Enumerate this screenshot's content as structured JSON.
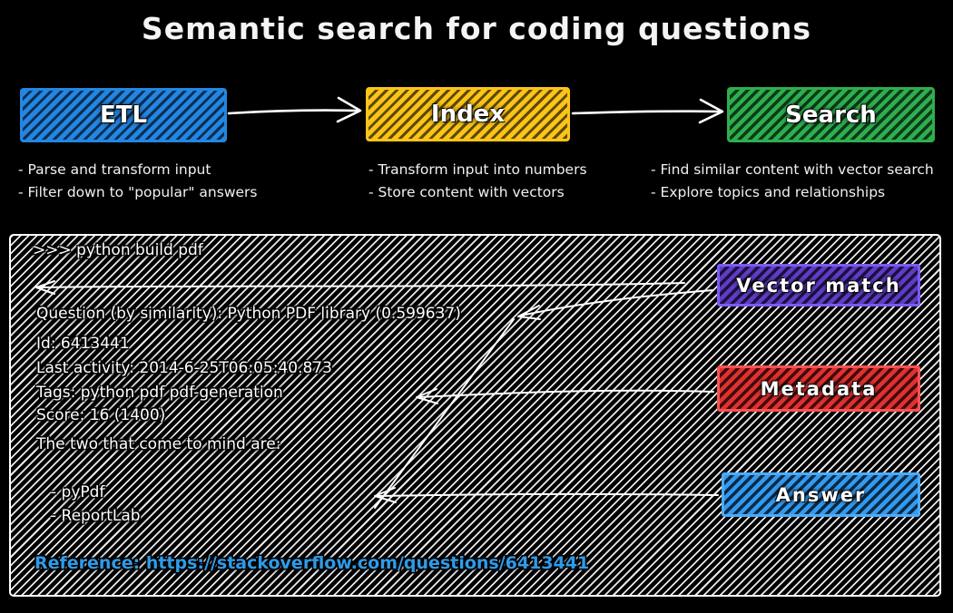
{
  "title": "Semantic search for coding questions",
  "pipeline": {
    "stages": [
      {
        "label": "ETL",
        "color": "#2386e2",
        "bullets": [
          "- Parse and transform input",
          "- Filter down to \"popular\" answers"
        ]
      },
      {
        "label": "Index",
        "color": "#fcc419",
        "bullets": [
          "- Transform input into numbers",
          "- Store content with vectors"
        ]
      },
      {
        "label": "Search",
        "color": "#2fae4e",
        "bullets": [
          "- Find similar content with vector search",
          "- Explore topics and relationships"
        ]
      }
    ]
  },
  "terminal": {
    "query": ">>> python build pdf",
    "question": "Question (by similarity): Python PDF library (0.599637)",
    "metadata": [
      "Id: 6413441",
      "Last activity: 2014-6-25T06:05:40.873",
      "Tags: python pdf pdf-generation",
      "Score: 16 (1400)"
    ],
    "answer_intro": "The two that come to mind are:",
    "answer_items": [
      "- pyPdf",
      "- ReportLab"
    ],
    "reference": "Reference: https://stackoverflow.com/questions/6413441",
    "reference_color": "#2f9be8"
  },
  "callouts": [
    {
      "label": "Vector match",
      "color": "#7a5af5"
    },
    {
      "label": "Metadata",
      "color": "#fa5252"
    },
    {
      "label": "Answer",
      "color": "#4dabf7"
    }
  ]
}
